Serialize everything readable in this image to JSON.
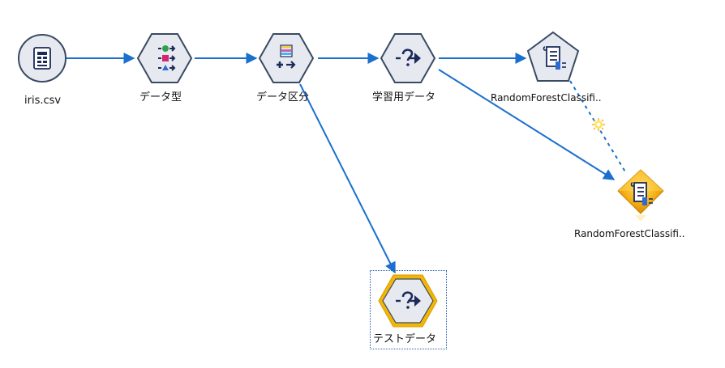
{
  "nodes": {
    "iris_csv": {
      "label": "iris.csv",
      "icon": "file-source-icon"
    },
    "data_type": {
      "label": "データ型",
      "icon": "type-field-icon"
    },
    "data_partition": {
      "label": "データ区分",
      "icon": "partition-icon"
    },
    "train_data": {
      "label": "学習用データ",
      "icon": "select-icon"
    },
    "rf_model_builder": {
      "label": "RandomForestClassifi..",
      "icon": "model-builder-icon"
    },
    "rf_model_nugget": {
      "label": "RandomForestClassifi..",
      "icon": "model-nugget-icon"
    },
    "test_data": {
      "label": "テストデータ",
      "icon": "select-icon",
      "selected": true
    }
  },
  "colors": {
    "link": "#1a6fcf",
    "node_fill": "#e6eaf0",
    "node_stroke": "#3a4a63",
    "icon_navy": "#1c2a5a",
    "nugget_gold": "#f5b015",
    "selection_gold": "#f2b705"
  }
}
